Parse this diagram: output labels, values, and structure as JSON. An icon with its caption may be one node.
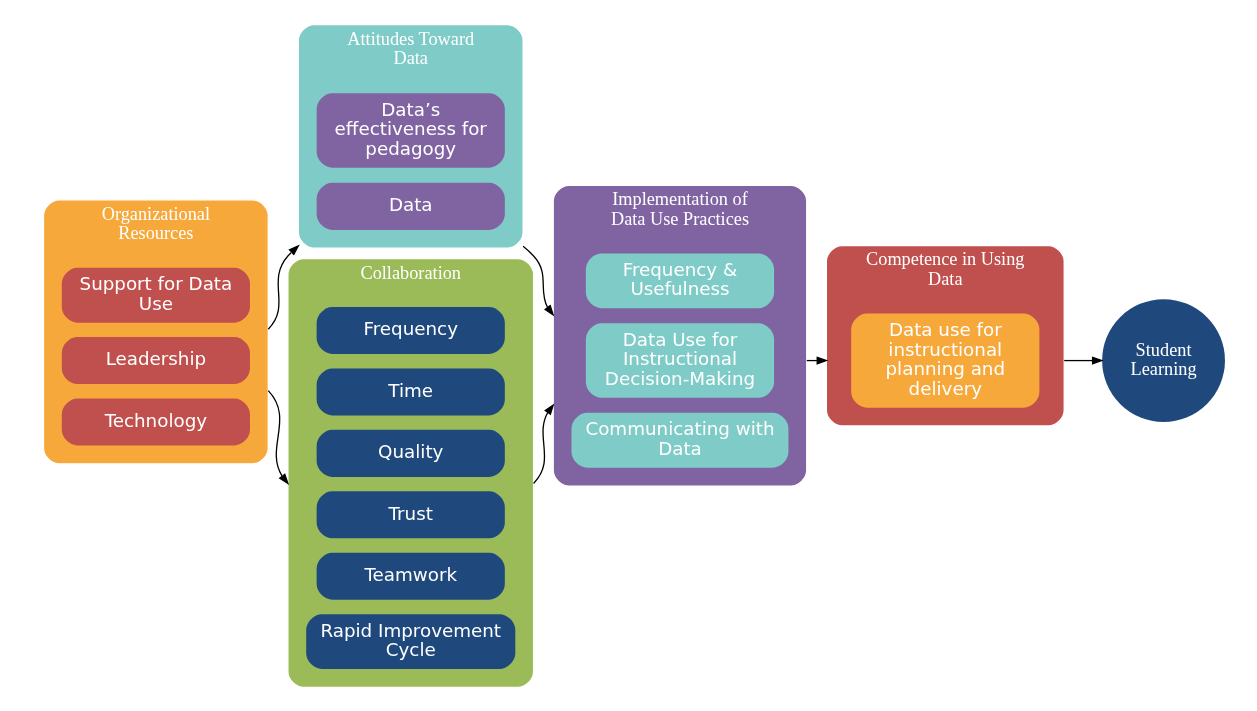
{
  "diagram": {
    "nodes": [
      {
        "text": [
          "Organizational Resources"
        ]
      },
      {
        "text": [
          "Support for Data Use"
        ],
        "in": 0
      },
      {
        "text": [
          "Leadership"
        ],
        "in": 0
      },
      {
        "text": [
          "Technology"
        ],
        "in": 0
      },
      {
        "text": [
          "Attitudes Toward Data"
        ]
      },
      {
        "text": [
          "Data’s effectiveness for pedagogy"
        ],
        "in": 4
      },
      {
        "text": [
          "Data"
        ],
        "in": 4
      },
      {
        "text": [
          "Collaboration"
        ]
      },
      {
        "text": [
          "Frequency"
        ],
        "in": 7
      },
      {
        "text": [
          "Time"
        ],
        "in": 7
      },
      {
        "text": [
          "Quality"
        ],
        "in": 7
      },
      {
        "text": [
          "Trust"
        ],
        "in": 7
      },
      {
        "text": [
          "Teamwork"
        ],
        "in": 7
      },
      {
        "text": [
          "Rapid Improvement Cycle"
        ],
        "in": 7
      },
      {
        "text": [
          "Implementation of Data Use Practices"
        ]
      },
      {
        "text": [
          "Frequency & Usefulness"
        ],
        "in": 14
      },
      {
        "text": [
          "Data Use for Instructional Decision-Making"
        ],
        "in": 14
      },
      {
        "text": [
          "Communicating with Data"
        ],
        "in": 14
      },
      {
        "text": [
          "Competence in Using Data"
        ]
      },
      {
        "text": [
          "Data use for instructional planning and delivery"
        ],
        "in": 18
      },
      {
        "text": [
          "Student Learning"
        ]
      }
    ],
    "edges": [
      {
        "from": 0,
        "to": 4,
        "arrow": "to"
      },
      {
        "from": 0,
        "to": 7,
        "arrow": "to"
      },
      {
        "from": 4,
        "to": 14,
        "arrow": "to"
      },
      {
        "from": 7,
        "to": 14,
        "arrow": "to"
      },
      {
        "from": 14,
        "to": 18,
        "arrow": "to"
      },
      {
        "from": 18,
        "to": 20,
        "arrow": "to"
      }
    ]
  }
}
